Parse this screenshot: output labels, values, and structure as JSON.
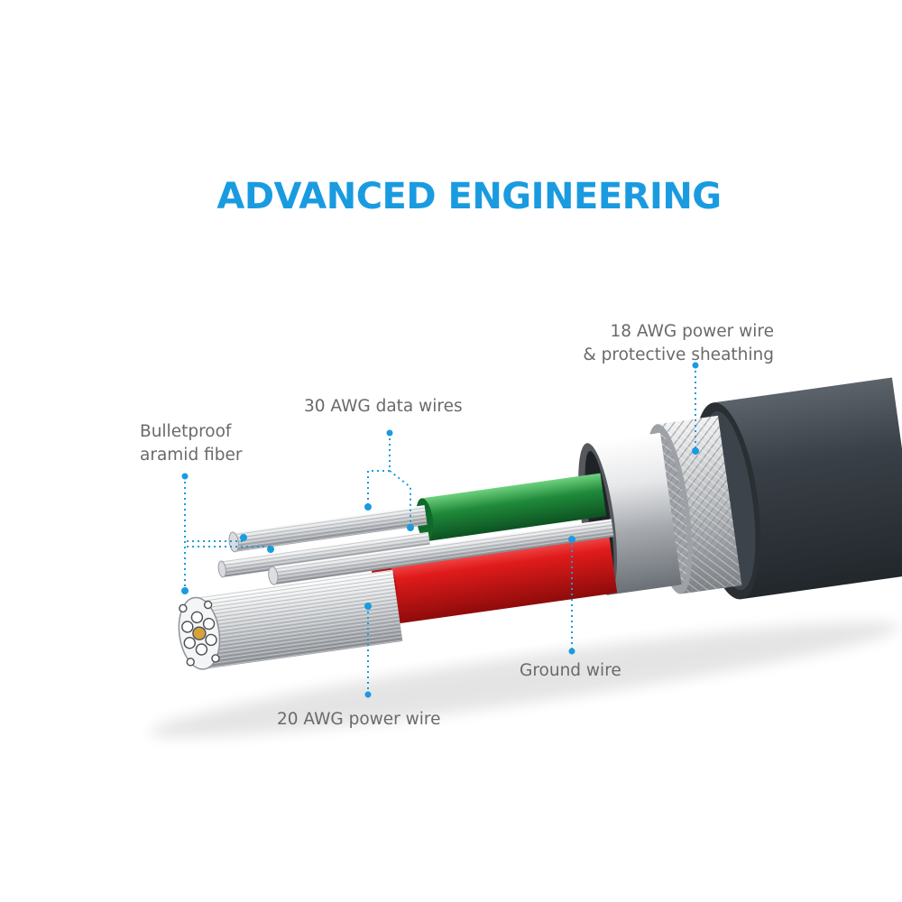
{
  "title": "ADVANCED ENGINEERING",
  "labels": {
    "aramid": [
      "Bulletproof",
      "aramid fiber"
    ],
    "data_wires": "30 AWG data wires",
    "sheathing": [
      "18 AWG power wire",
      "& protective sheathing"
    ],
    "ground": "Ground wire",
    "power20": "20 AWG power wire"
  },
  "colors": {
    "accent": "#1a9be0",
    "green_wire": "#1f8a3a",
    "red_wire": "#e01b1b",
    "jacket": "#3a4047"
  }
}
